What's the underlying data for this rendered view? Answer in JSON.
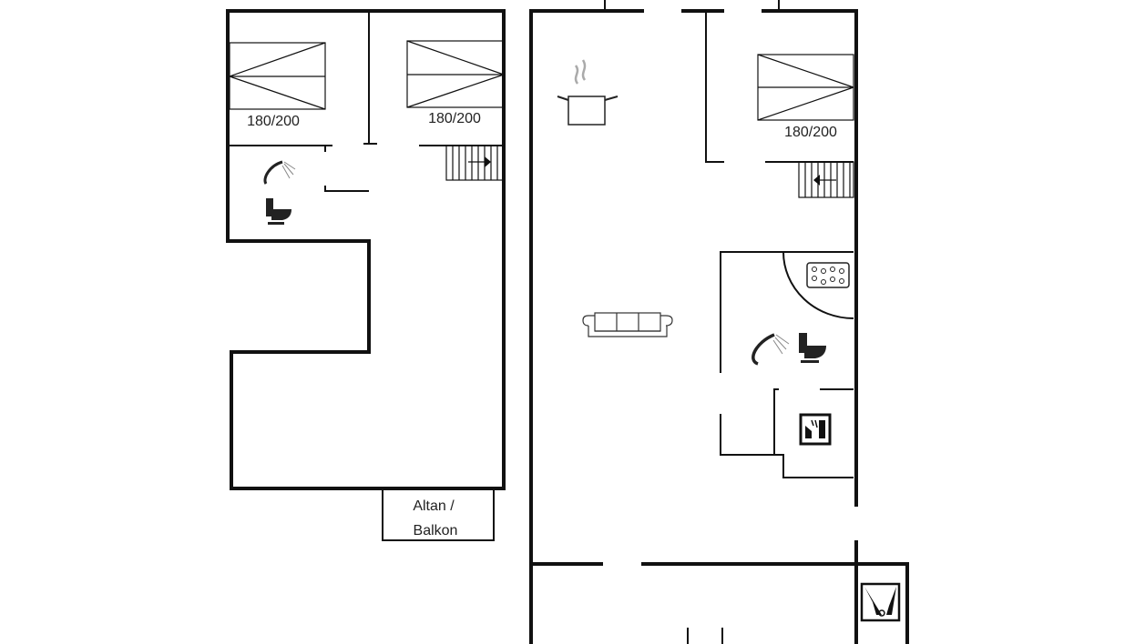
{
  "plan": {
    "left_floor": {
      "bedroom_1": {
        "bed_size": "180/200"
      },
      "bedroom_2": {
        "bed_size": "180/200"
      },
      "balcony": {
        "line1": "Altan /",
        "line2": "Balkon"
      }
    },
    "right_floor": {
      "bedroom_3": {
        "bed_size": "180/200"
      }
    }
  },
  "colors": {
    "walls": "#111111",
    "background": "#ffffff"
  }
}
